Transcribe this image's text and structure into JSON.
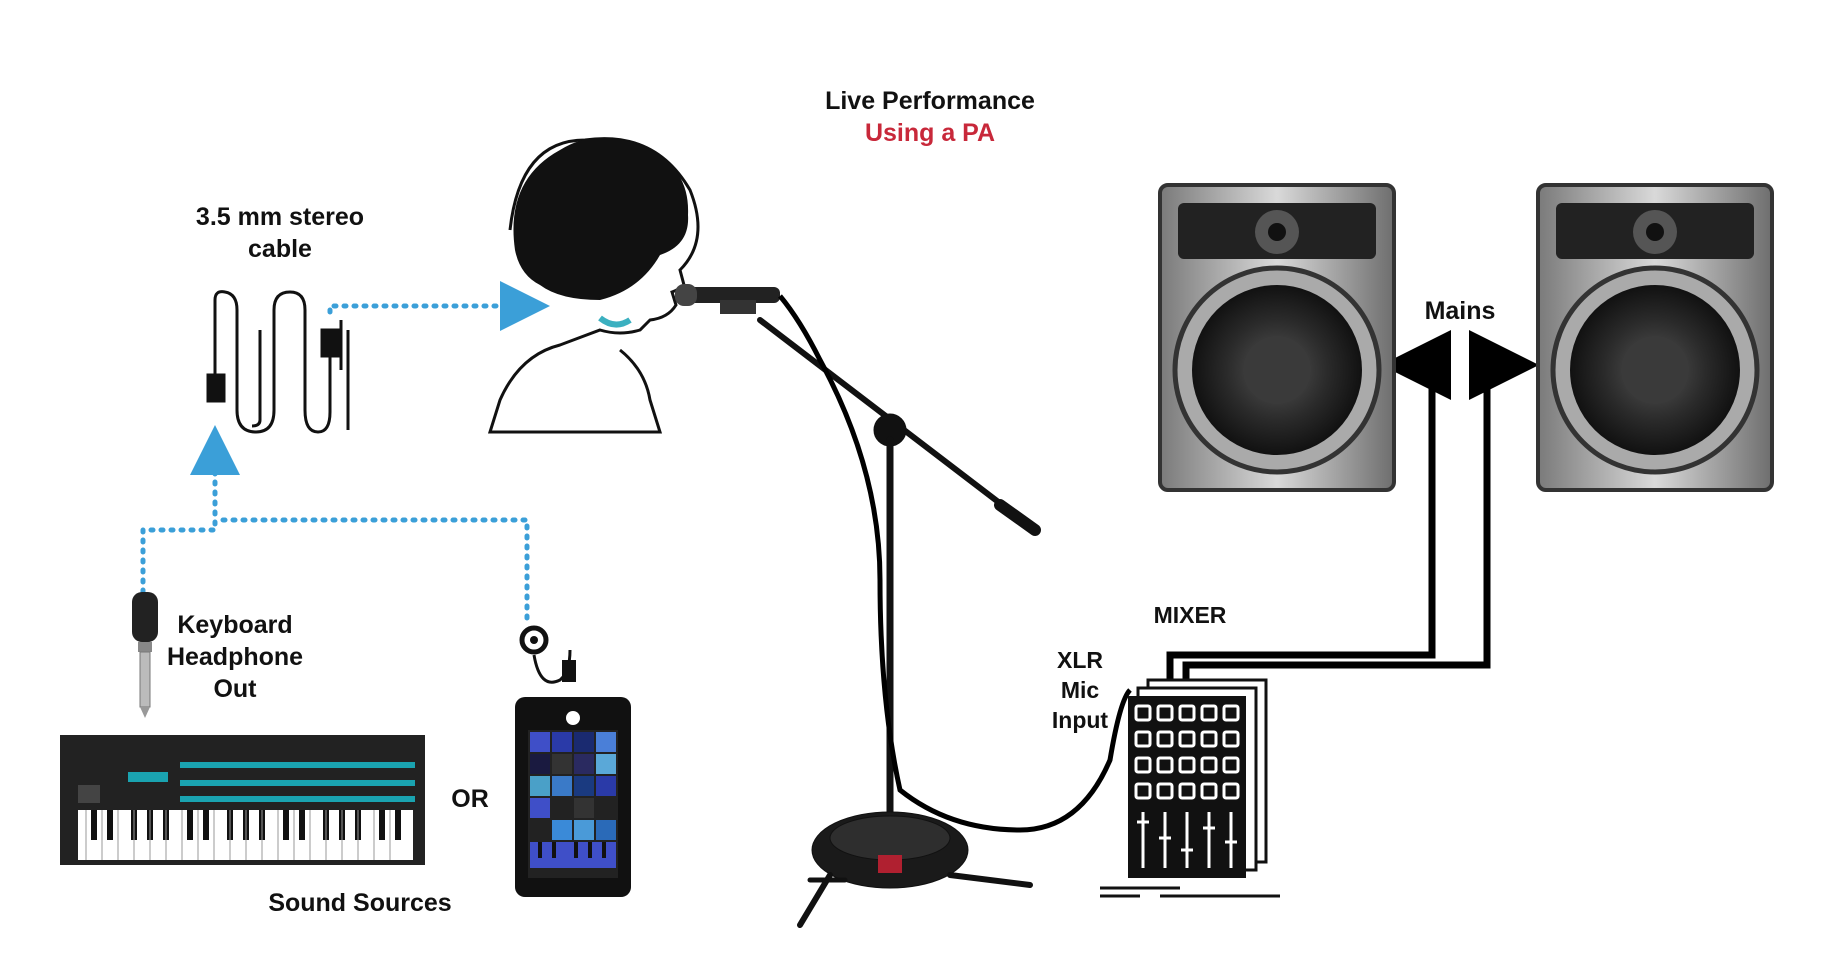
{
  "title": {
    "line1": "Live Performance",
    "line2": "Using a PA",
    "line2_color": "#c8283a"
  },
  "labels": {
    "cable_line1": "3.5 mm stereo",
    "cable_line2": "cable",
    "keyboard_line1": "Keyboard",
    "keyboard_line2": "Headphone",
    "keyboard_line3": "Out",
    "or": "OR",
    "sound_sources": "Sound Sources",
    "mains": "Mains",
    "mixer": "MIXER",
    "xlr_line1": "XLR",
    "xlr_line2": "Mic",
    "xlr_line3": "Input"
  },
  "colors": {
    "signal_dotted": "#3b9fd8",
    "cable_black": "#000000",
    "speaker_cabinet": "#9a9a9a",
    "speaker_cone": "#2b2b2b",
    "keyboard_lcd": "#1aa3b0",
    "phone_pads": "#3f4fc8"
  },
  "icons": [
    "stereo-cable-icon",
    "quarter-inch-jack-icon",
    "headphone-jack-icon",
    "keyboard-synth-icon",
    "phone-app-icon",
    "singer-icon",
    "microphone-icon",
    "mic-stand-icon",
    "mixer-icon",
    "speaker-icon"
  ]
}
